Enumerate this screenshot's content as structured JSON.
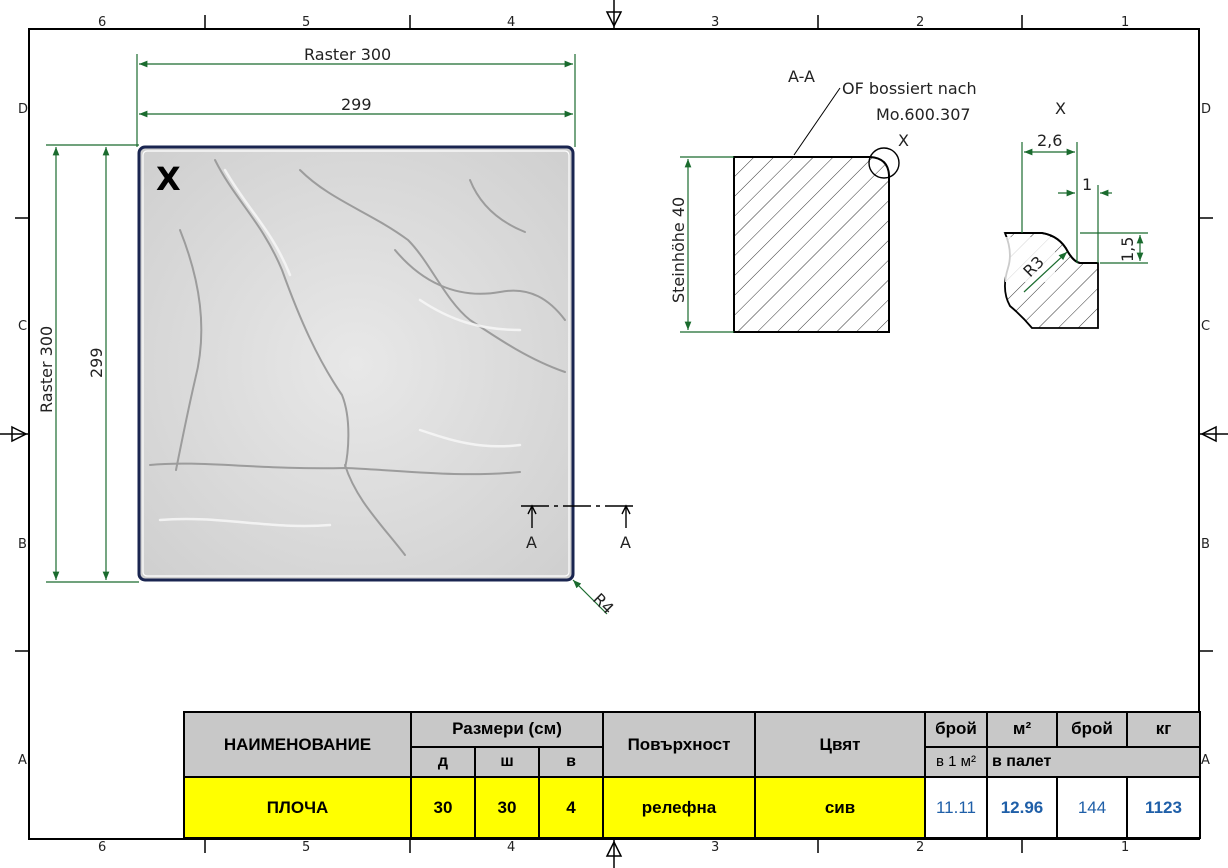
{
  "zones": {
    "top": [
      "6",
      "5",
      "4",
      "3",
      "2",
      "1"
    ],
    "bottom": [
      "6",
      "5",
      "4",
      "3",
      "2",
      "1"
    ],
    "left": [
      "D",
      "C",
      "B",
      "A"
    ],
    "right": [
      "D",
      "C",
      "B",
      "A"
    ]
  },
  "plan": {
    "raster_top": "Raster 300",
    "width_dim": "299",
    "raster_left": "Raster 300",
    "height_dim": "299",
    "detail_mark": "X",
    "section_a1": "A",
    "section_a2": "A",
    "radius": "R4"
  },
  "section": {
    "title": "A-A",
    "note_line1": "OF bossiert nach",
    "note_line2": "Mo.600.307",
    "detail_mark": "X",
    "height_label": "Steinhöhe 40"
  },
  "detail": {
    "title": "X",
    "dim_width": "2,6",
    "dim_step": "1",
    "dim_depth": "1,5",
    "radius": "R3"
  },
  "table": {
    "headers": {
      "name": "НАИМЕНОВАНИЕ",
      "dimensions": "Размери (см)",
      "d": "д",
      "sh": "ш",
      "v": "в",
      "surface": "Повърхност",
      "color": "Цвят",
      "count": "брой",
      "count_sub": "в 1 м²",
      "m2": "м²",
      "count2": "брой",
      "kg": "кг",
      "pallet": "в палет"
    },
    "row": {
      "name": "ПЛОЧА",
      "d": "30",
      "sh": "30",
      "v": "4",
      "surface": "релефна",
      "color": "сив",
      "count_per_m2": "11.11",
      "m2_per_pallet": "12.96",
      "count_per_pallet": "144",
      "kg_per_pallet": "1123"
    }
  },
  "colors": {
    "dimension_line": "#1a6b2e",
    "frame": "#000000",
    "tile_border": "#1a2550",
    "header_bg": "#c8c8c8",
    "row_bg": "#ffff00",
    "value_blue": "#1f5fa8"
  }
}
